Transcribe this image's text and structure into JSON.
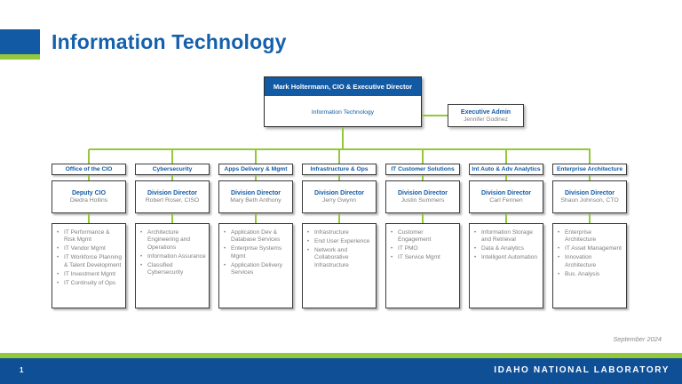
{
  "slide": {
    "title": "Information Technology",
    "date": "September 2024",
    "page_number": "1",
    "footer_brand": "IDAHO NATIONAL LABORATORY"
  },
  "org": {
    "top": {
      "header": "Mark Holtermann, CIO & Executive Director",
      "body": "Information Technology"
    },
    "assistant": {
      "title": "Executive Admin",
      "name": "Jennifer Godinez"
    },
    "columns": [
      {
        "header": "Office of the CIO",
        "role": "Deputy CIO",
        "name": "Diedra Hollins",
        "bullets": [
          "IT Performance & Risk Mgmt",
          "IT Vendor Mgmt",
          "IT Workforce Planning & Talent Development",
          "IT Investment Mgmt",
          "IT Continuity of Ops"
        ]
      },
      {
        "header": "Cybersecurity",
        "role": "Division Director",
        "name": "Robert Roser, CISO",
        "bullets": [
          "Architecture Engineering and Operations",
          "Information Assurance",
          "Classified Cybersecurity"
        ]
      },
      {
        "header": "Apps Delivery & Mgmt",
        "role": "Division Director",
        "name": "Mary Beth Anthony",
        "bullets": [
          "Application Dev & Database Services",
          "Enterprise Systems Mgmt",
          "Application Delivery Services"
        ]
      },
      {
        "header": "Infrastructure & Ops",
        "role": "Division Director",
        "name": "Jerry Gwynn",
        "bullets": [
          "Infrastructure",
          "End User Experience",
          "Network and Collaborative Infrastructure"
        ]
      },
      {
        "header": "IT Customer Solutions",
        "role": "Division Director",
        "name": "Justin Summers",
        "bullets": [
          "Customer Engagement",
          "IT PMO",
          "IT Service Mgmt"
        ]
      },
      {
        "header": "Int Auto & Adv Analytics",
        "role": "Division Director",
        "name": "Carl Fennen",
        "bullets": [
          "Information Storage and Retrieval",
          "Data & Analytics",
          "Intelligent Automation"
        ]
      },
      {
        "header": "Enterprise Architecture",
        "role": "Division Director",
        "name": "Shaun Johnson, CTO",
        "bullets": [
          "Enterprise Architecture",
          "IT Asset Management",
          "Innovation Architecture",
          "Bus. Analysis"
        ]
      }
    ]
  },
  "colors": {
    "brand_blue": "#135AA5",
    "accent_green": "#94C83C",
    "footer_blue": "#0E4F96",
    "box_border": "#3C3C3C",
    "text_gray": "#7F7F7F"
  }
}
